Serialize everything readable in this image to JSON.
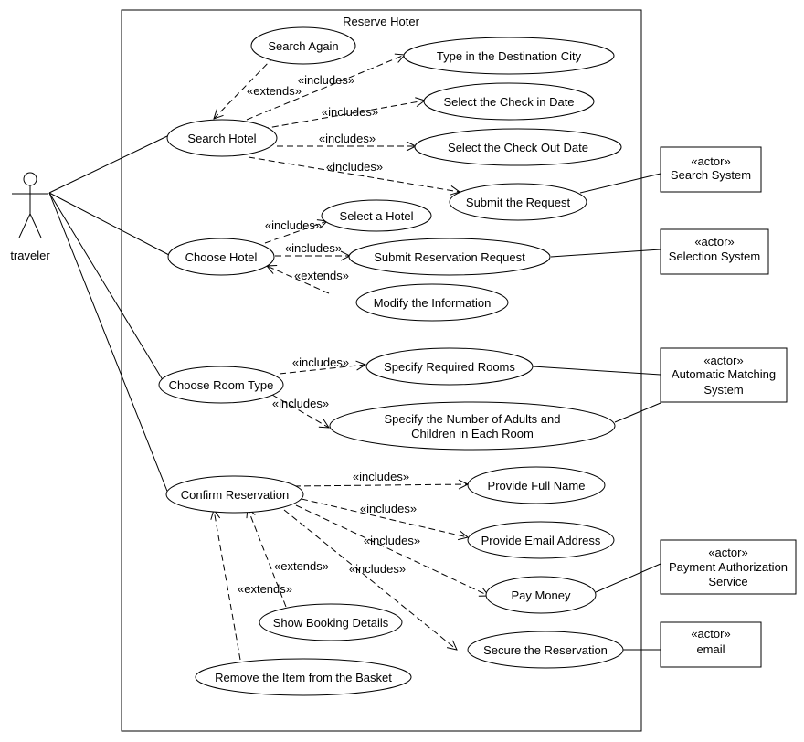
{
  "system": {
    "title": "Reserve Hoter"
  },
  "actor_primary": {
    "name": "traveler"
  },
  "use_cases": {
    "search_hotel": "Search Hotel",
    "search_again": "Search Again",
    "type_destination": "Type in the Destination City",
    "select_check_in": "Select the Check in Date",
    "select_check_out": "Select the Check Out Date",
    "submit_request": "Submit the Request",
    "choose_hotel": "Choose Hotel",
    "select_hotel": "Select a Hotel",
    "submit_reservation": "Submit Reservation Request",
    "modify_info": "Modify the Information",
    "choose_room_type": "Choose Room Type",
    "specify_rooms": "Specify Required Rooms",
    "specify_adults_1": "Specify the Number of Adults and",
    "specify_adults_2": "Children in Each Room",
    "confirm_reservation": "Confirm Reservation",
    "provide_name": "Provide Full Name",
    "provide_email": "Provide Email Address",
    "pay_money": "Pay Money",
    "secure_reservation": "Secure the Reservation",
    "show_booking": "Show Booking Details",
    "remove_item": "Remove the Item from the Basket"
  },
  "external_actors": {
    "stereotype": "«actor»",
    "search_system": "Search System",
    "selection_system": "Selection System",
    "matching_1": "Automatic Matching",
    "matching_2": "System",
    "payment_1": "Payment Authorization",
    "payment_2": "Service",
    "email": "email"
  },
  "relations": {
    "includes": "«includes»",
    "extends": "«extends»"
  }
}
